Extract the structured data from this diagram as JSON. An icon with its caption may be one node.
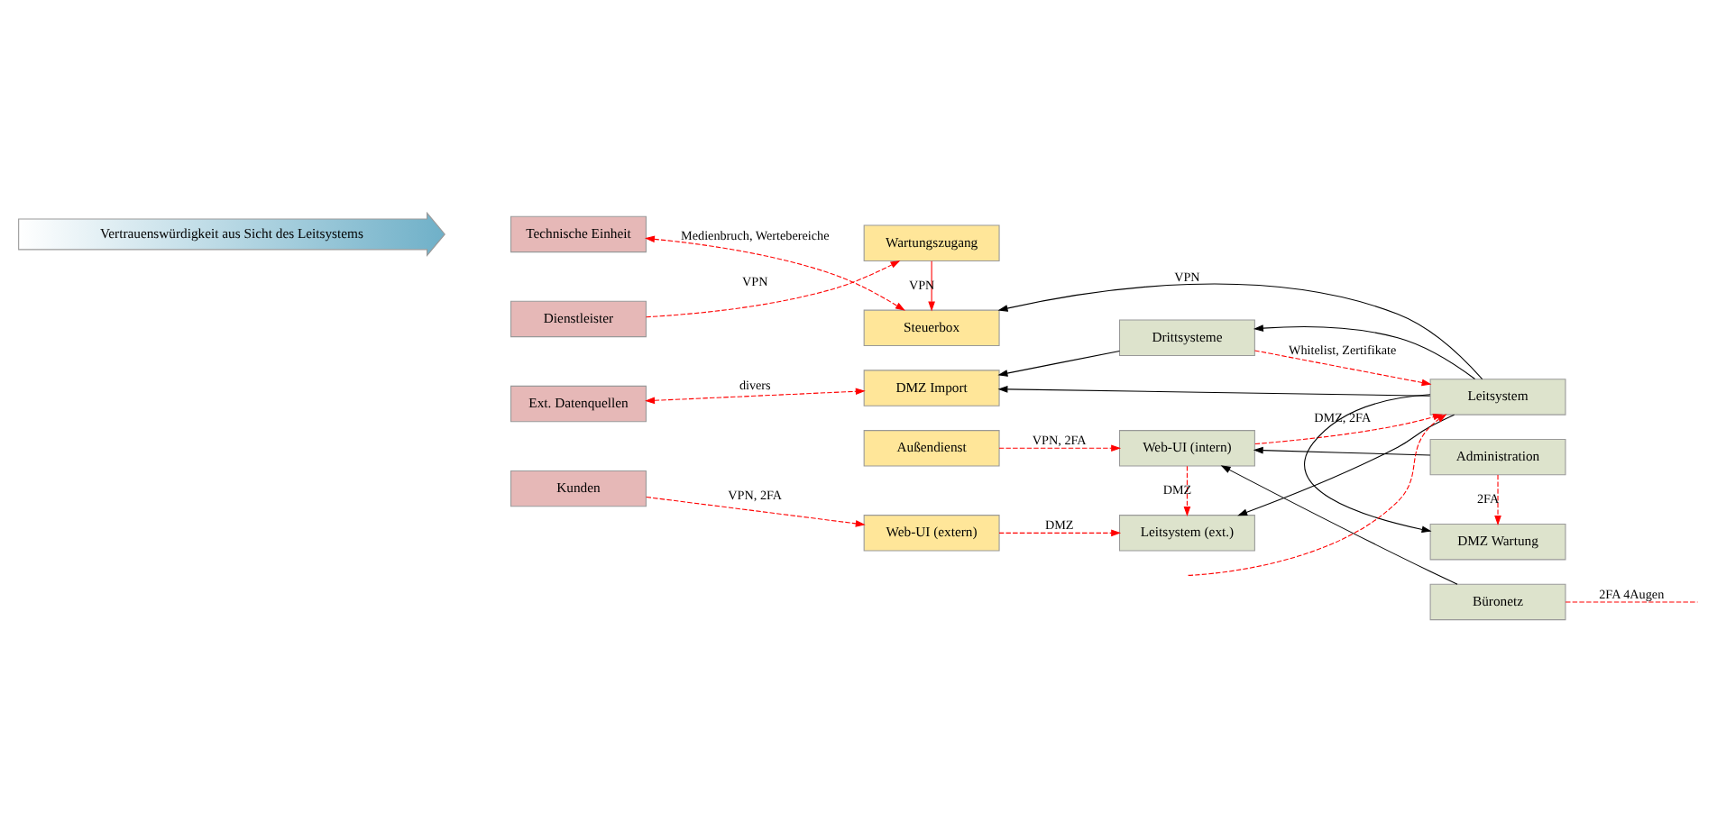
{
  "diagram": {
    "nodes": [
      {
        "text": [
          "Vertrauenswürdigkeit aus Sicht des Leitsystems"
        ]
      },
      {
        "text": [
          "Technische Einheit"
        ]
      },
      {
        "text": [
          "Dienstleister"
        ]
      },
      {
        "text": [
          "Ext. Datenquellen"
        ]
      },
      {
        "text": [
          "Kunden"
        ]
      },
      {
        "text": [
          "Steuerbox"
        ]
      },
      {
        "text": [
          "Wartungszugang"
        ]
      },
      {
        "text": [
          "DMZ Import"
        ]
      },
      {
        "text": [
          "Web-UI (extern)"
        ]
      },
      {
        "text": [
          "Außendienst"
        ]
      },
      {
        "text": [
          "Drittsysteme"
        ]
      },
      {
        "text": [
          "Leitsystem (ext.)"
        ]
      },
      {
        "text": [
          "Web-UI (intern)"
        ]
      },
      {
        "text": [
          "Leitsystem"
        ]
      },
      {
        "text": [
          "DMZ Wartung"
        ]
      },
      {
        "text": [
          "Administration"
        ]
      },
      {
        "text": [
          "Büronetz"
        ]
      }
    ],
    "edges": [
      {
        "from": 1,
        "to": 5,
        "arrow": "both",
        "style": "dashed",
        "label": "Medienbruch, Wertebereiche"
      },
      {
        "from": 2,
        "to": 6,
        "arrow": "to",
        "style": "dashed",
        "label": "VPN"
      },
      {
        "from": 6,
        "to": 5,
        "arrow": "to",
        "label": "VPN"
      },
      {
        "from": 3,
        "to": 7,
        "arrow": "both",
        "style": "dashed",
        "label": "divers"
      },
      {
        "from": 4,
        "to": 8,
        "arrow": "to",
        "style": "dashed",
        "label": "VPN, 2FA"
      },
      {
        "from": 9,
        "to": 12,
        "arrow": "to",
        "style": "dashed",
        "label": "VPN, 2FA"
      },
      {
        "from": 8,
        "to": 11,
        "arrow": "to",
        "style": "dashed",
        "label": "DMZ"
      },
      {
        "from": 12,
        "to": 11,
        "arrow": "to",
        "style": "dashed",
        "label": "DMZ"
      },
      {
        "from": 12,
        "to": 13,
        "arrow": "to",
        "style": "dashed",
        "label": "DMZ, 2FA"
      },
      {
        "from": 10,
        "to": 13,
        "arrow": "to",
        "style": "dashed",
        "label": "Whitelist, Zertifikate"
      },
      {
        "from": 13,
        "to": 10,
        "arrow": "to",
        "color": "#000000"
      },
      {
        "from": 13,
        "to": 5,
        "arrow": "to",
        "color": "#000000",
        "label": "VPN"
      },
      {
        "from": 13,
        "to": 7,
        "arrow": "to",
        "color": "#000000"
      },
      {
        "from": 10,
        "to": 7,
        "arrow": "to",
        "color": "#000000"
      },
      {
        "from": 13,
        "to": 11,
        "arrow": "to",
        "color": "#000000"
      },
      {
        "from": 13,
        "to": 14,
        "arrow": "to",
        "color": "#000000"
      },
      {
        "from": 15,
        "to": 14,
        "arrow": "to",
        "style": "dashed",
        "label": "2FA"
      },
      {
        "from": 15,
        "to": 12,
        "arrow": "to",
        "color": "#000000"
      },
      {
        "from": 16,
        "to": 12,
        "arrow": "to",
        "color": "#000000"
      },
      {
        "from": 16,
        "to": null,
        "arrow": "none",
        "style": "dashed",
        "label": "2FA 4Augen"
      },
      {
        "from": null,
        "to": 13,
        "arrow": "to",
        "style": "dashed"
      }
    ]
  }
}
